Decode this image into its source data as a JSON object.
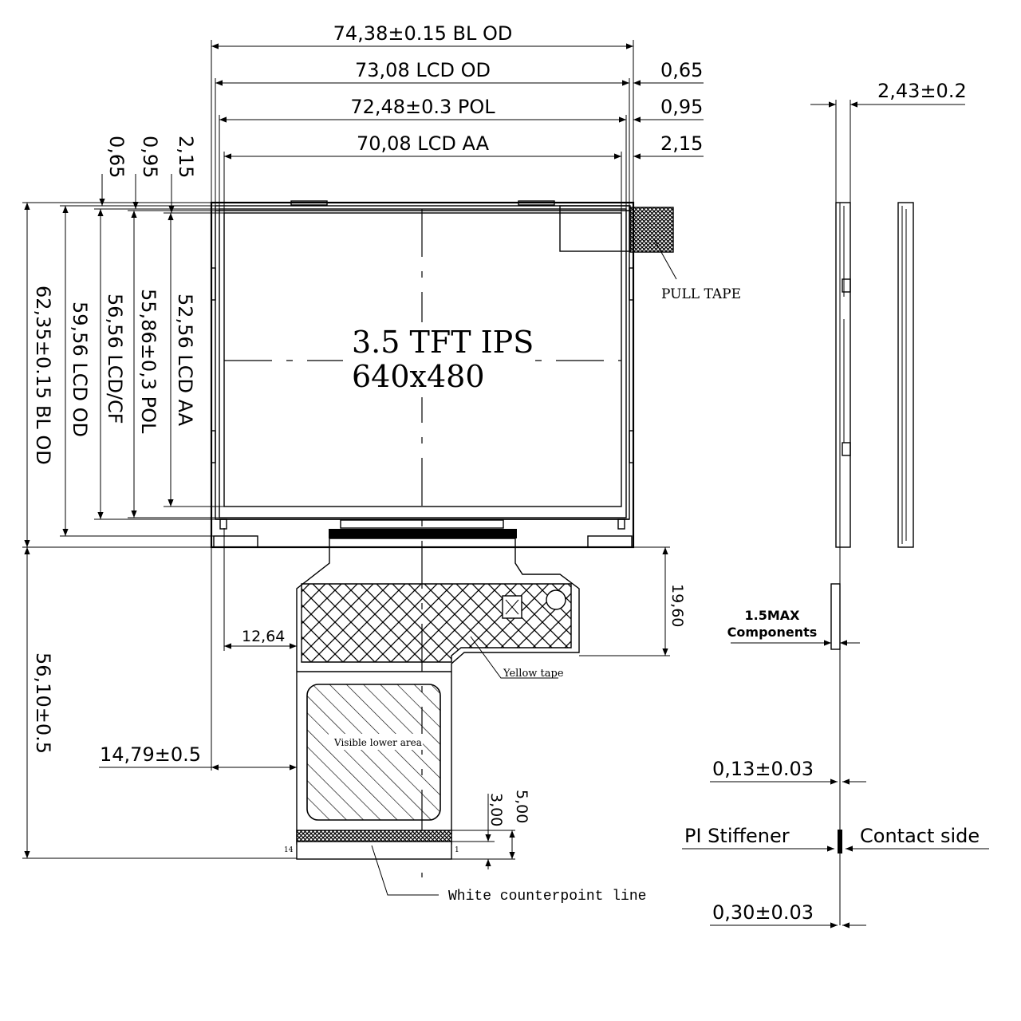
{
  "dimensions": {
    "bl_od_width": "74,38±0.15 BL OD",
    "lcd_od_width": "73,08 LCD OD",
    "pol_width": "72,48±0.3 POL",
    "lcd_aa_width": "70,08 LCD AA",
    "right_offset_1": "0,65",
    "right_offset_2": "0,95",
    "right_offset_3": "2,15",
    "top_offset_1": "0,65",
    "top_offset_2": "0,95",
    "top_offset_3": "2,15",
    "bl_od_height": "62,35±0.15 BL OD",
    "lcd_od_height": "59,56 LCD OD",
    "lcd_cf_height": "56,56 LCD/CF",
    "pol_height": "55,86±0,3 POL",
    "lcd_aa_height": "52,56 LCD AA",
    "fpc_total_length": "56,10±0.5",
    "fpc_tape_height": "19,60",
    "fpc_offset_upper": "12,64",
    "fpc_offset_lower": "14,79±0.5",
    "contact_length": "3,00",
    "contact_total": "5,00",
    "thickness": "2,43±0.2",
    "components_max": "1.5MAX",
    "components_label": "Components",
    "contact_thickness": "0,13±0.03",
    "stiffener_thickness": "0,30±0.03"
  },
  "labels": {
    "product_line1": "3.5 TFT IPS",
    "product_line2": "640x480",
    "pull_tape": "PULL TAPE",
    "yellow_tape": "Yellow tape",
    "visible_lower_area": "Visible lower area",
    "white_line": "White counterpoint line",
    "pi_stiffener": "PI Stiffener",
    "contact_side": "Contact side",
    "pin_first": "14",
    "pin_last": "1"
  }
}
